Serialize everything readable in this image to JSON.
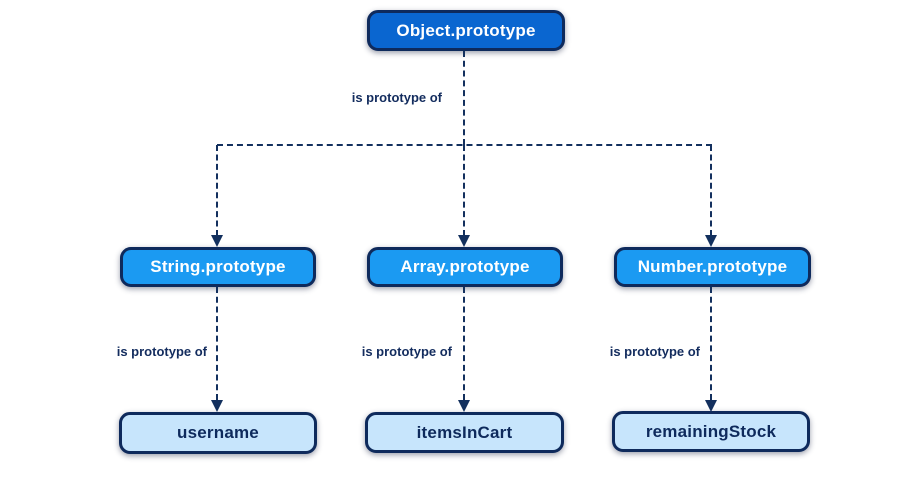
{
  "diagram": {
    "root": {
      "label": "Object.prototype"
    },
    "prototypes": [
      {
        "label": "String.prototype"
      },
      {
        "label": "Array.prototype"
      },
      {
        "label": "Number.prototype"
      }
    ],
    "instances": [
      {
        "label": "username"
      },
      {
        "label": "itemsInCart"
      },
      {
        "label": "remainingStock"
      }
    ],
    "edge_labels": [
      "is prototype of",
      "is prototype of",
      "is prototype of",
      "is prototype of"
    ],
    "colors": {
      "root_fill": "#0a66d0",
      "prototype_fill": "#1b9af2",
      "instance_fill": "#c7e5fc",
      "border": "#0e2a5c",
      "line": "#13305e",
      "root_text": "#ffffff",
      "prototype_text": "#ffffff",
      "instance_text": "#0e2a5c",
      "label_text": "#132c5e",
      "background": "#ffffff"
    }
  }
}
